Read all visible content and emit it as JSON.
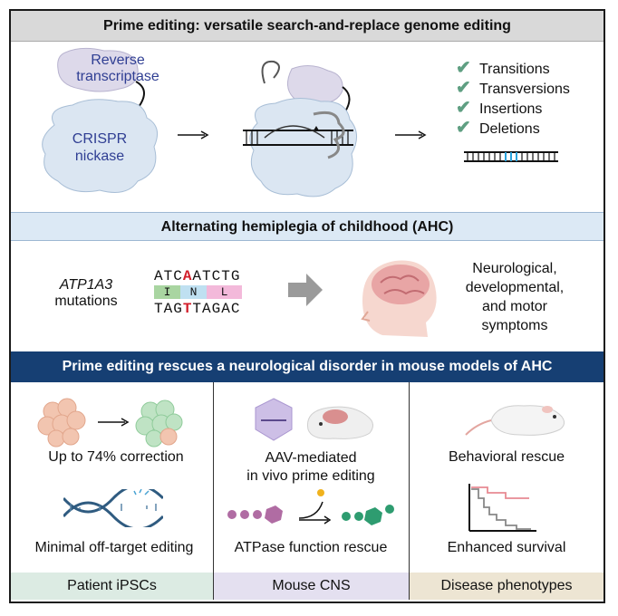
{
  "header": {
    "title": "Prime editing: versatile search-and-replace genome editing"
  },
  "prime_editor": {
    "rt_label_line1": "Reverse",
    "rt_label_line2": "transcriptase",
    "nickase_line1": "CRISPR",
    "nickase_line2": "nickase"
  },
  "outcomes": [
    "Transitions",
    "Transversions",
    "Insertions",
    "Deletions"
  ],
  "ahc": {
    "title": "Alternating hemiplegia of childhood (AHC)",
    "gene": "ATP1A3",
    "gene_suffix": "mutations",
    "top_seq_pre": "ATC",
    "top_seq_mut": "A",
    "top_seq_post": "ATCTG",
    "amino_acids": [
      "I",
      "N",
      "L"
    ],
    "bottom_seq_pre": "TAG",
    "bottom_seq_mut": "T",
    "bottom_seq_post": "TAGAC",
    "symptoms_line1": "Neurological,",
    "symptoms_line2": "developmental,",
    "symptoms_line3": "and motor",
    "symptoms_line4": "symptoms"
  },
  "rescue": {
    "title": "Prime editing rescues a neurological disorder in mouse models of AHC",
    "col1": {
      "top": "Up to 74% correction",
      "bottom": "Minimal off-target editing",
      "footer": "Patient iPSCs"
    },
    "col2": {
      "top_line1": "AAV-mediated",
      "top_line2": "in vivo prime editing",
      "bottom": "ATPase function rescue",
      "footer": "Mouse CNS"
    },
    "col3": {
      "top": "Behavioral rescue",
      "bottom": "Enhanced survival",
      "footer": "Disease phenotypes"
    }
  },
  "colors": {
    "footer1": "#dcebe3",
    "footer2": "#e4e0f0",
    "footer3": "#ede5d3",
    "accent": "#163f73",
    "mutation": "#d21e2a"
  }
}
